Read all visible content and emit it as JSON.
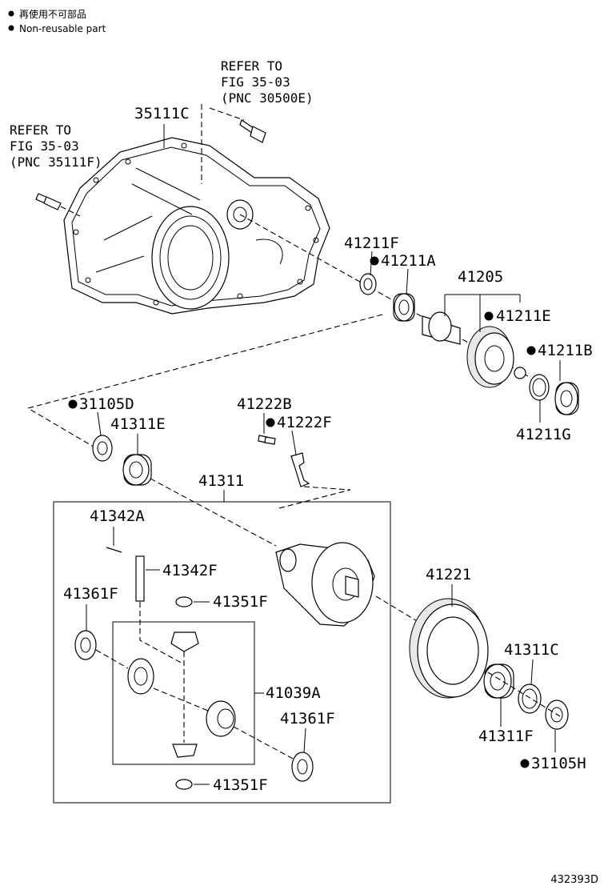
{
  "legend": {
    "jp": "再使用不可部品",
    "en": "Non-reusable part"
  },
  "refs": {
    "ref_1": [
      "REFER TO",
      "FIG 35-03",
      "(PNC 30500E)"
    ],
    "ref_2": [
      "REFER TO",
      "FIG 35-03",
      "(PNC 35111F)"
    ]
  },
  "parts": {
    "p35111C": "35111C",
    "p41211F": "41211F",
    "p41211A": "41211A",
    "p41205": "41205",
    "p41211E": "41211E",
    "p41211B": "41211B",
    "p41211G": "41211G",
    "p31105D": "31105D",
    "p41311E": "41311E",
    "p41222B": "41222B",
    "p41222F": "41222F",
    "p41311": "41311",
    "p41342A": "41342A",
    "p41342F": "41342F",
    "p41361F_a": "41361F",
    "p41351F_a": "41351F",
    "p41039A": "41039A",
    "p41361F_b": "41361F",
    "p41351F_b": "41351F",
    "p41221": "41221",
    "p41311C": "41311C",
    "p41311F": "41311F",
    "p31105H": "31105H"
  },
  "diagram_id": "432393D"
}
